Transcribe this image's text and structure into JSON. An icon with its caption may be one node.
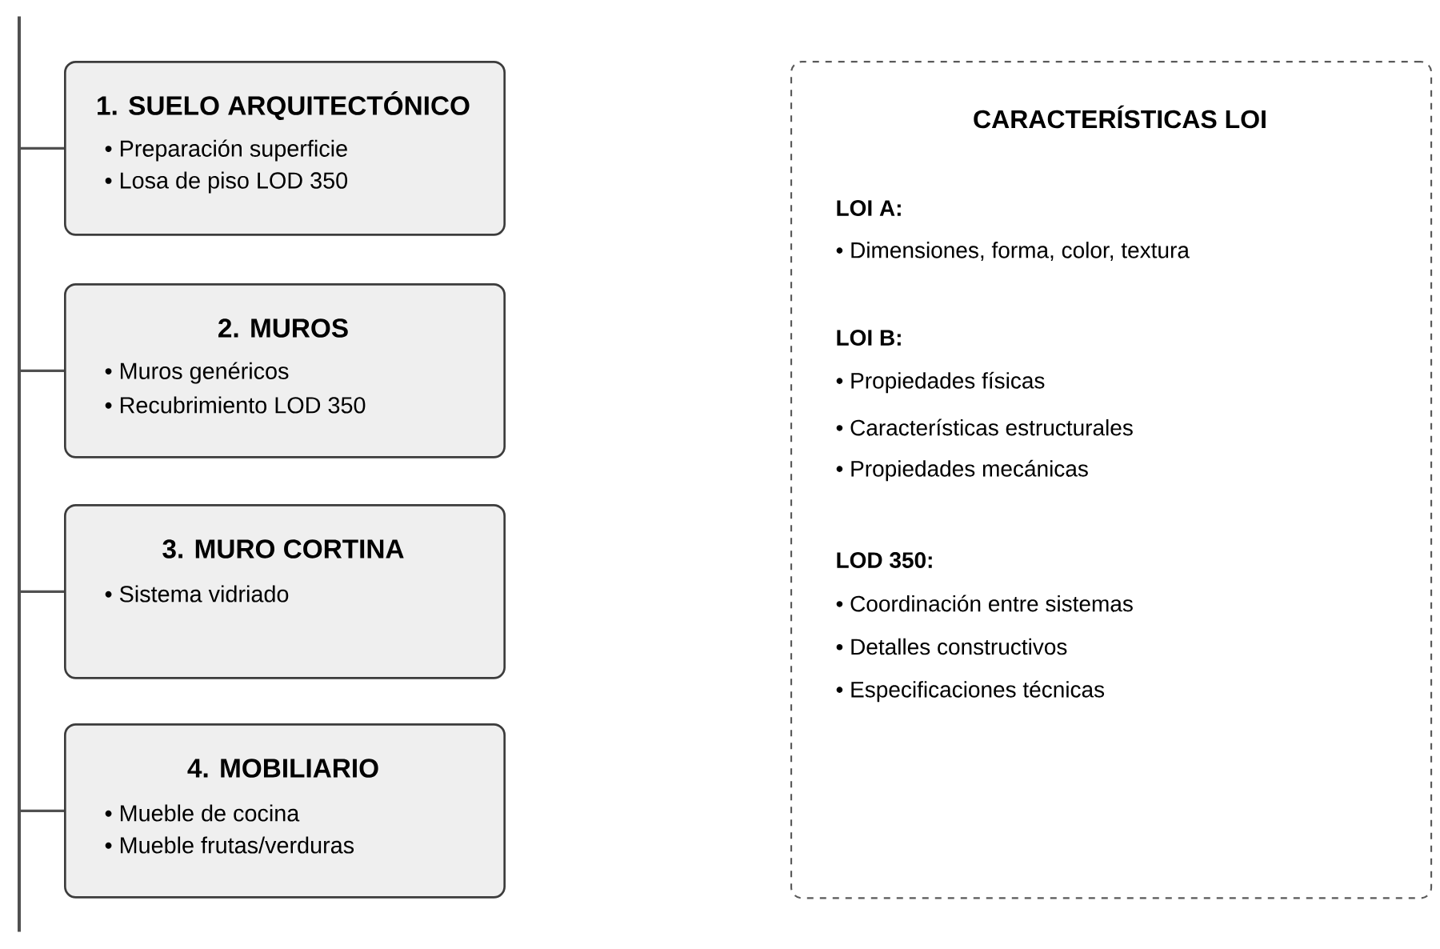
{
  "diagram": {
    "nodes": [
      {
        "text": [],
        "shape": "bar"
      },
      {
        "text": [
          "1. SUELO ARQUITECTÓNICO",
          "• Preparación superficie",
          "• Losa de piso LOD 350"
        ]
      },
      {
        "text": [
          "2. MUROS",
          "• Muros genéricos",
          "• Recubrimiento LOD 350"
        ]
      },
      {
        "text": [
          "3. MURO CORTINA",
          "• Sistema vidriado"
        ]
      },
      {
        "text": [
          "4. MOBILIARIO",
          "• Mueble de cocina",
          "• Mueble frutas/verduras"
        ]
      },
      {
        "text": [
          "CARACTERÍSTICAS LOI",
          "LOI A:",
          "• Dimensiones, forma, color, textura",
          "LOI B:",
          "• Propiedades físicas",
          "• Características estructurales",
          "• Propiedades mecánicas",
          "LOD 350:",
          "• Coordinación entre sistemas",
          "• Detalles constructivos",
          "• Especificaciones técnicas"
        ]
      }
    ],
    "edges": [
      {
        "from": 0,
        "to": 1,
        "arrow": "none"
      },
      {
        "from": 0,
        "to": 2,
        "arrow": "none"
      },
      {
        "from": 0,
        "to": 3,
        "arrow": "none"
      },
      {
        "from": 0,
        "to": 4,
        "arrow": "none"
      }
    ]
  }
}
